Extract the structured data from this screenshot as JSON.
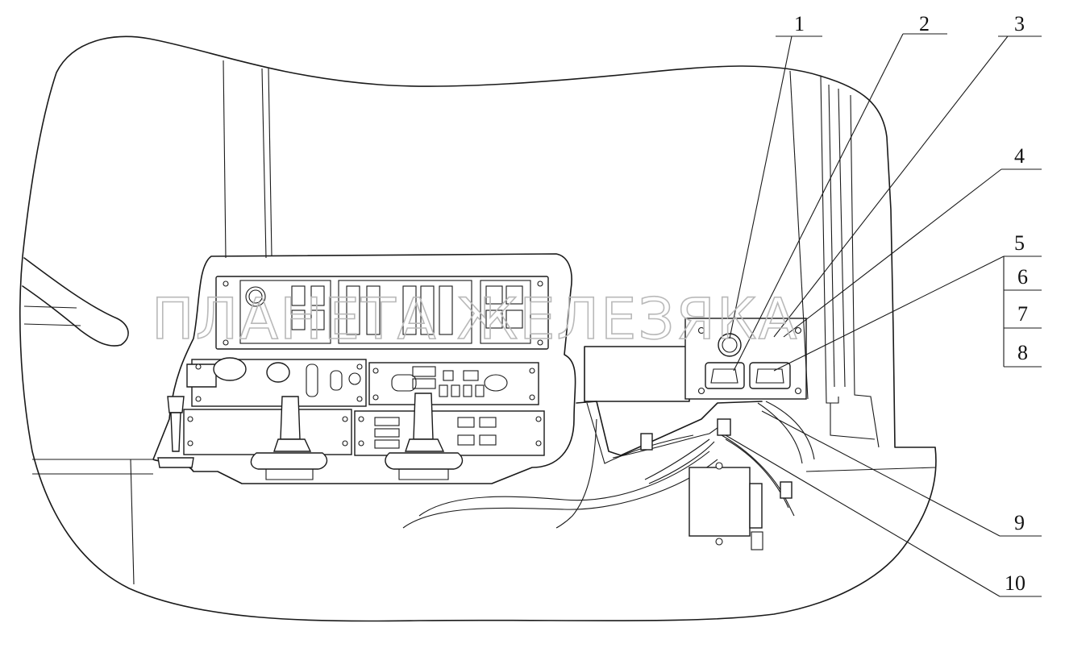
{
  "callouts": [
    {
      "label": "1"
    },
    {
      "label": "2"
    },
    {
      "label": "3"
    },
    {
      "label": "4"
    },
    {
      "label": "5"
    },
    {
      "label": "6"
    },
    {
      "label": "7"
    },
    {
      "label": "8"
    },
    {
      "label": "9"
    },
    {
      "label": "10"
    }
  ],
  "watermark": {
    "text": "ПЛАНЕТА ЖЕЛЕЗЯКА"
  }
}
